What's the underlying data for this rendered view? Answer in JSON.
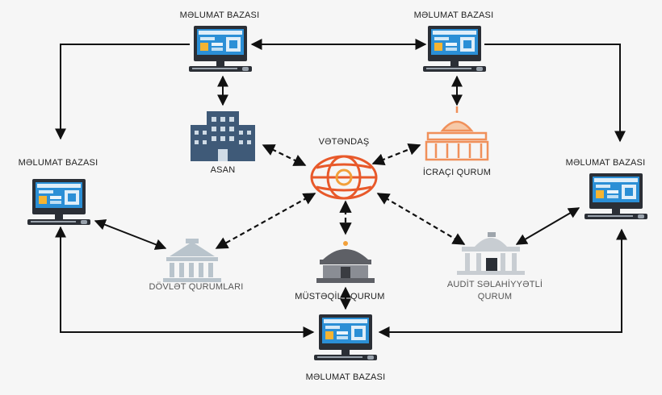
{
  "nodes": {
    "db_top_left": {
      "label": "MƏLUMAT BAZASI",
      "icon": "computer-icon"
    },
    "db_top_right": {
      "label": "MƏLUMAT BAZASI",
      "icon": "computer-icon"
    },
    "db_mid_left": {
      "label": "MƏLUMAT BAZASI",
      "icon": "computer-icon"
    },
    "db_mid_right": {
      "label": "MƏLUMAT BAZASI",
      "icon": "computer-icon"
    },
    "db_bottom": {
      "label": "MƏLUMAT BAZASI",
      "icon": "computer-icon"
    },
    "asan": {
      "label": "ASAN",
      "icon": "office-building-icon"
    },
    "vetendas": {
      "label": "VƏTƏNDAŞ",
      "icon": "globe-network-icon"
    },
    "icraci": {
      "label": "İCRAÇI QURUM",
      "icon": "government-building-icon"
    },
    "dovlet": {
      "label": "DÖVLƏT QURUMLARI",
      "icon": "government-building-icon"
    },
    "musteqil": {
      "label_left": "MÜSTƏQİL",
      "label_right": "QURUM",
      "icon": "government-building-icon"
    },
    "audit": {
      "label_line1": "AUDİT SƏLAHİYYƏTLİ",
      "label_line2": "QURUM",
      "icon": "observatory-building-icon"
    }
  },
  "colors": {
    "line": "#111111",
    "asan": "#3f5a78",
    "vetendas": "#e8592a",
    "icraci": "#f0905a",
    "dovlet": "#b9c4cc",
    "musteqil": "#5e6066",
    "audit": "#c8cdd2",
    "screen": "#2b8fd6"
  }
}
